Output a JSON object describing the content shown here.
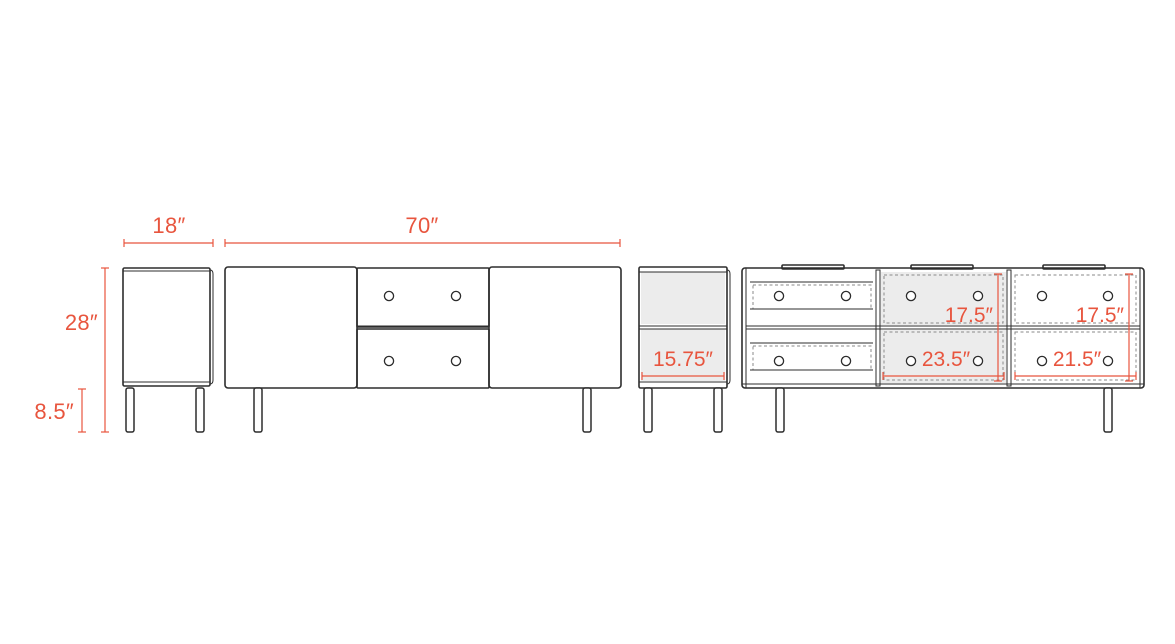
{
  "colors": {
    "dimension": "#e8553e",
    "outline": "#2d2d2d",
    "interior_fill": "#ececec",
    "background": "#ffffff"
  },
  "dimensions": {
    "side_depth": "18″",
    "front_width": "70″",
    "overall_height": "28″",
    "leg_height": "8.5″",
    "interior_depth": "15.75″",
    "center_cubby_height": "17.5″",
    "center_cubby_width": "23.5″",
    "right_cubby_height": "17.5″",
    "right_cubby_width": "21.5″"
  },
  "views": {
    "side_view": "side-view-exterior",
    "front_view": "front-view-exterior",
    "side_section": "side-view-interior",
    "front_section": "front-view-interior"
  }
}
